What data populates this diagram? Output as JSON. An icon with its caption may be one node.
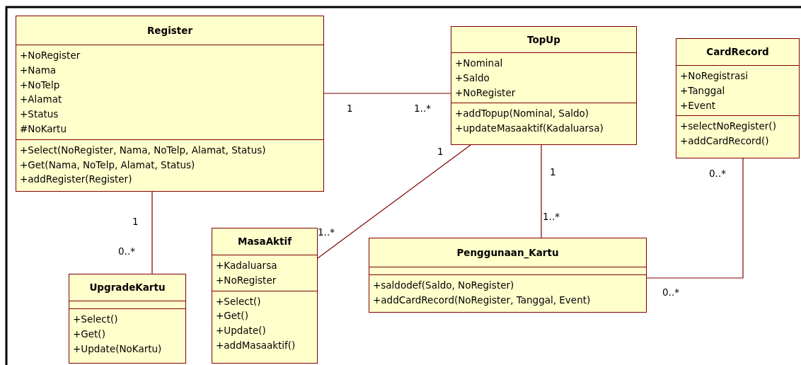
{
  "diagram": {
    "nodes": [
      {
        "text": [
          "Register",
          "+NoRegister",
          "+Nama",
          "+NoTelp",
          "+Alamat",
          "+Status",
          "#NoKartu",
          "+Select(NoRegister, Nama, NoTelp, Alamat, Status)",
          "+Get(Nama, NoTelp, Alamat, Status)",
          "+addRegister(Register)"
        ]
      },
      {
        "text": [
          "TopUp",
          "+Nominal",
          "+Saldo",
          "+NoRegister",
          "+addTopup(Nominal, Saldo)",
          "+updateMasaaktif(Kadaluarsa)"
        ]
      },
      {
        "text": [
          "CardRecord",
          "+NoRegistrasi",
          "+Tanggal",
          "+Event",
          "+selectNoRegister()",
          "+addCardRecord()"
        ]
      },
      {
        "text": [
          "MasaAktif",
          "+Kadaluarsa",
          "+NoRegister",
          "+Select()",
          "+Get()",
          "+Update()",
          "+addMasaaktif()"
        ]
      },
      {
        "text": [
          "Penggunaan_Kartu",
          "+saldodef(Saldo, NoRegister)",
          "+addCardRecord(NoRegister, Tanggal, Event)"
        ]
      },
      {
        "text": [
          "UpgradeKartu",
          "+Select()",
          "+Get()",
          "+Update(NoKartu)"
        ]
      }
    ],
    "edges": [
      {
        "from": 0,
        "to": 1,
        "arrow": "none"
      },
      {
        "from": 0,
        "to": 5,
        "arrow": "none"
      },
      {
        "from": 1,
        "to": 3,
        "arrow": "none"
      },
      {
        "from": 1,
        "to": 4,
        "arrow": "none"
      },
      {
        "from": 2,
        "to": 4,
        "arrow": "none"
      }
    ],
    "labels": [
      "1",
      "1..*",
      "1",
      "1",
      "0..*",
      "1..*",
      "1",
      "1..*",
      "0..*",
      "0..*"
    ]
  }
}
